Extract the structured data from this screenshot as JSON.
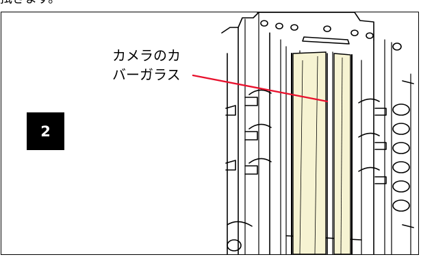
{
  "header": {
    "partial_text": "拭きます。"
  },
  "step": {
    "number": "2"
  },
  "callout": {
    "line1": "カメラのカ",
    "line2": "バーガラス"
  },
  "colors": {
    "leader_line": "#e8112d",
    "glass_fill": "#f6f3d2",
    "badge_bg": "#000000"
  },
  "icons": {
    "illustration": "scanner-camera-cover-glass-illustration"
  }
}
